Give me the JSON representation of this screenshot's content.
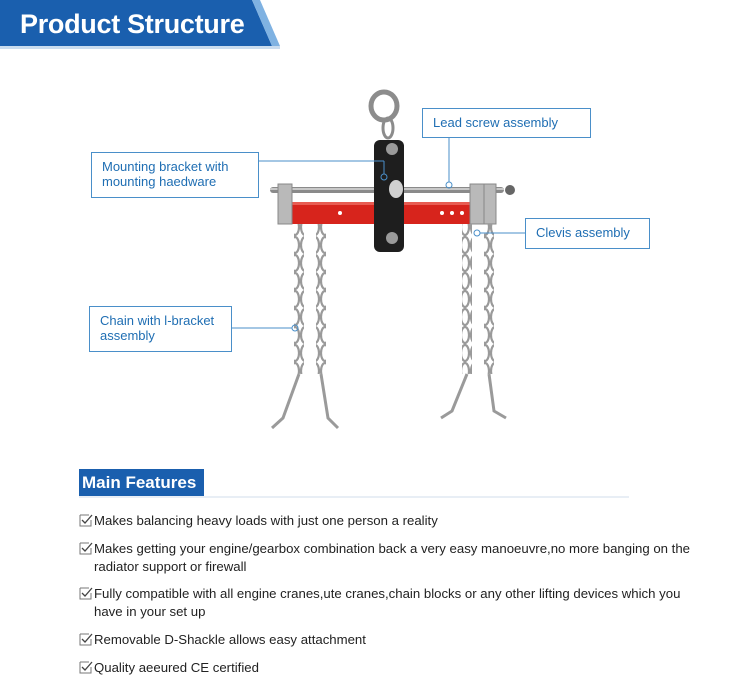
{
  "header": {
    "title": "Product Structure"
  },
  "diagram": {
    "callouts": {
      "mounting": {
        "lines": [
          "Mounting bracket with",
          "mounting haedware"
        ]
      },
      "lead_screw": {
        "lines": [
          "Lead screw assembly"
        ]
      },
      "clevis": {
        "lines": [
          "Clevis assembly"
        ]
      },
      "chain": {
        "lines": [
          "Chain with l-bracket",
          "assembly"
        ]
      }
    }
  },
  "features": {
    "title": "Main Features",
    "items": [
      {
        "lines": [
          "Makes balancing heavy loads with just one person a reality"
        ]
      },
      {
        "lines": [
          "Makes getting your engine/gearbox combination back a very easy manoeuvre,no more banging on the",
          "radiator support or firewall"
        ]
      },
      {
        "lines": [
          "Fully compatible with all engine cranes,ute cranes,chain blocks or any other lifting devices which you",
          "have in your set up"
        ]
      },
      {
        "lines": [
          "Removable D-Shackle allows easy attachment"
        ]
      },
      {
        "lines": [
          "Quality aeeured CE certified"
        ]
      }
    ]
  },
  "colors": {
    "banner_blue": "#1a5fae",
    "callout_text": "#1f6eb3",
    "beam_red": "#d7241c"
  }
}
